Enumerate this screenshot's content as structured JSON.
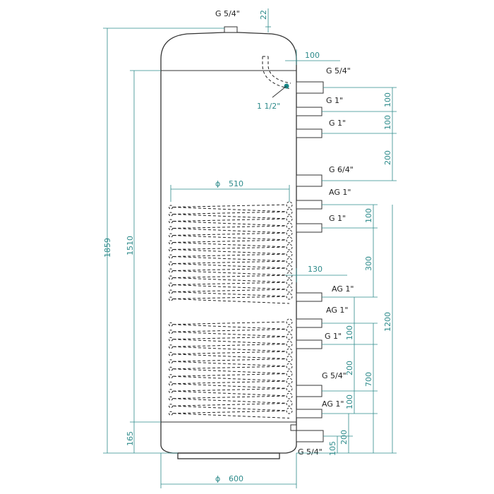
{
  "colors": {
    "dimension": "#2e8b8b",
    "outline": "#333333",
    "sensor": "#1a8a8a"
  },
  "port_labels": {
    "top": "G 5/4\"",
    "p1": "G 5/4\"",
    "p2": "G 1\"",
    "p3": "G 1\"",
    "p4": "G 6/4\"",
    "p5": "AG 1\"",
    "p6": "G 1\"",
    "p7": "AG 1\"",
    "p8": "AG 1\"",
    "p9": "G 1\"",
    "p10": "G 5/4\"",
    "p11": "AG 1\"",
    "p12": "G 5/4\"",
    "sensor": "1 1/2\""
  },
  "dims": {
    "d22": "22",
    "d100_top": "100",
    "r100a": "100",
    "r100b": "100",
    "r200a": "200",
    "r100c": "100",
    "r300": "300",
    "r100d": "100",
    "r200b": "200",
    "r100e": "100",
    "r105": "105",
    "r200c": "200",
    "r700": "700",
    "r1200": "1200",
    "d130": "130",
    "d510": "510",
    "d600": "600",
    "h1859": "1859",
    "h1510": "1510",
    "h165": "165",
    "phi": "ϕ"
  }
}
